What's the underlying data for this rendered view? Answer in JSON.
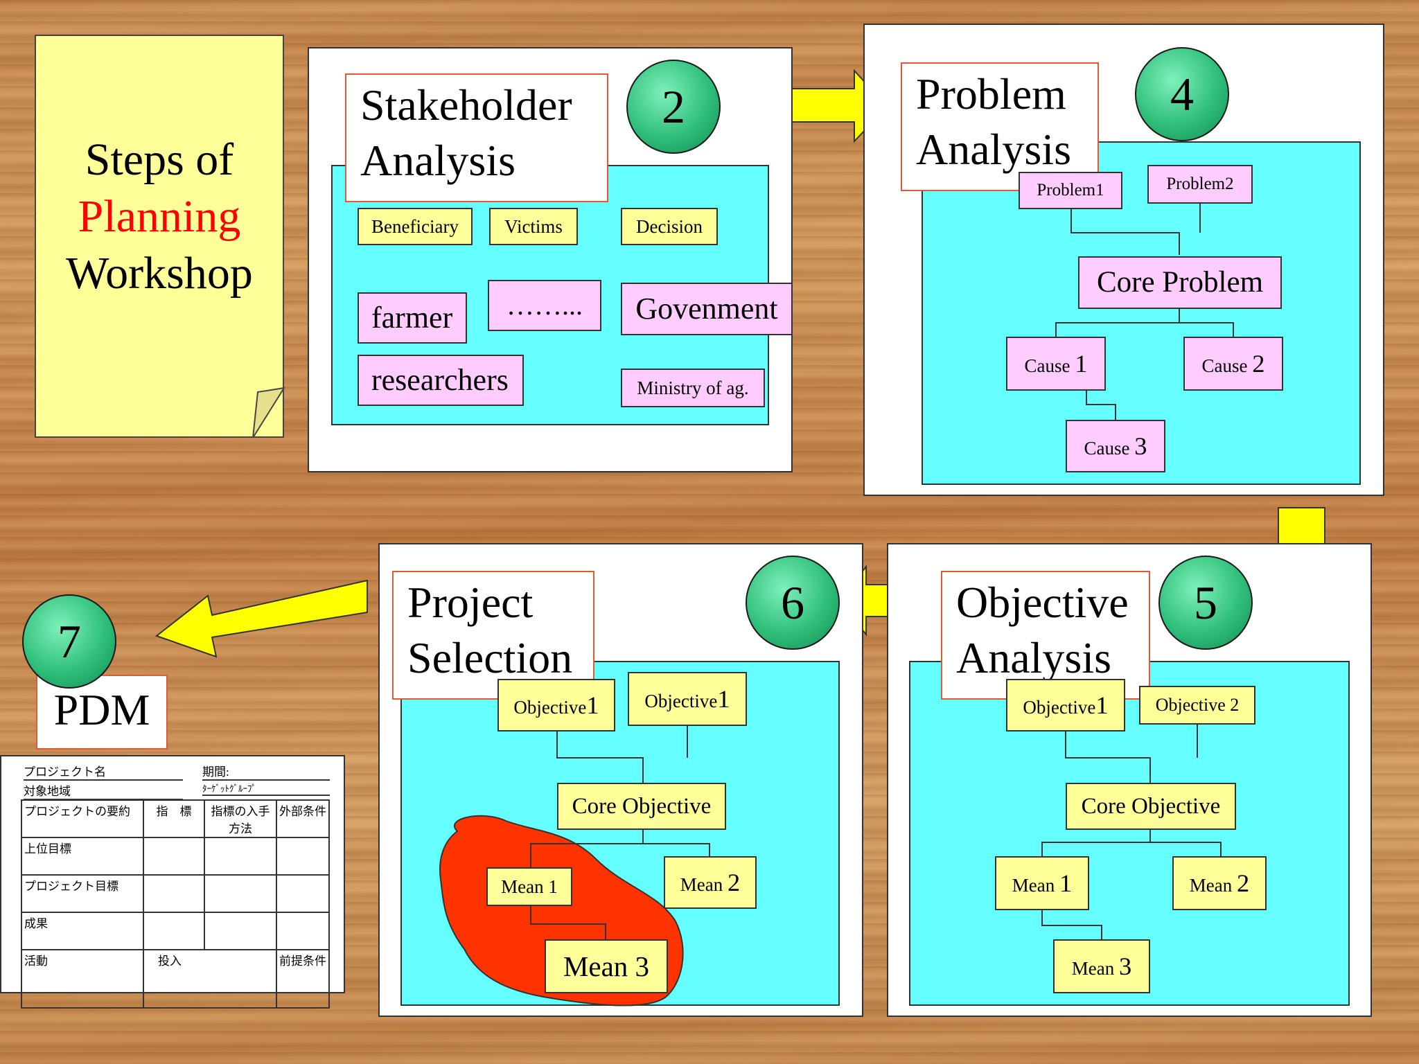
{
  "colors": {
    "note_yellow": "#ffff99",
    "cyan_area": "#66ffff",
    "pink_box": "#ffccff",
    "title_border": "#e05a3a",
    "arrow": "#ffff00",
    "accent_red": "#ff0000",
    "blob": "#ff3300"
  },
  "note": {
    "line1": "Steps of",
    "line2": "Planning",
    "line3": "Workshop"
  },
  "step2": {
    "number": "2",
    "title_l1": "Stakeholder",
    "title_l2": "Analysis",
    "headers": [
      "Beneficiary",
      "Victims",
      "Decision"
    ],
    "items": [
      "farmer",
      "……...",
      "Govenment",
      "researchers",
      "Ministry of ag."
    ]
  },
  "step4": {
    "number": "4",
    "title_l1": "Problem",
    "title_l2": "Analysis",
    "problem1": "Problem1",
    "problem2": "Problem2",
    "core": "Core Problem",
    "cause_label": "Cause",
    "cause1_num": "1",
    "cause2_num": "2",
    "cause3_num": "3"
  },
  "step5": {
    "number": "5",
    "title_l1": "Objective",
    "title_l2": "Analysis",
    "obj1_label": "Objective",
    "obj1_num": "1",
    "obj2": "Objective 2",
    "core": "Core Objective",
    "mean_label": "Mean",
    "mean1_num": "1",
    "mean2_num": "2",
    "mean3_num": "3"
  },
  "step6": {
    "number": "6",
    "title_l1": "Project",
    "title_l2": "Selection",
    "obj_label": "Objective",
    "obj_num": "1",
    "core": "Core Objective",
    "mean1": "Mean 1",
    "mean2_label": "Mean",
    "mean2_num": "2",
    "mean3": "Mean 3"
  },
  "step7": {
    "number": "7",
    "title": "PDM",
    "form": {
      "project_name": "プロジェクト名",
      "period": "期間:",
      "target_area": "対象地域",
      "target_group": "ﾀｰｹﾞｯﾄｸﾞﾙｰﾌﾟ",
      "col_summary": "プロジェクトの要約",
      "col_indicator": "指　標",
      "col_means": "指標の入手方法",
      "col_assumptions": "外部条件",
      "row_overall": "上位目標",
      "row_purpose": "プロジェクト目標",
      "row_outputs": "成果",
      "row_activities": "活動",
      "inputs": "投入",
      "preconditions": "前提条件"
    }
  }
}
